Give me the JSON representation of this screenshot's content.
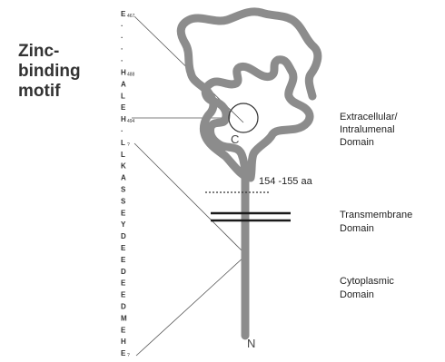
{
  "motif_label": [
    "Zinc-",
    "binding",
    "motif"
  ],
  "sequence": [
    {
      "aa": "E",
      "num": "467"
    },
    {
      "aa": "·",
      "num": ""
    },
    {
      "aa": "·",
      "num": ""
    },
    {
      "aa": "·",
      "num": ""
    },
    {
      "aa": "·",
      "num": ""
    },
    {
      "aa": "H",
      "num": "488"
    },
    {
      "aa": "A",
      "num": ""
    },
    {
      "aa": "L",
      "num": ""
    },
    {
      "aa": "E",
      "num": ""
    },
    {
      "aa": "H",
      "num": "494"
    },
    {
      "aa": "·",
      "num": ""
    },
    {
      "aa": "L",
      "num": "?"
    },
    {
      "aa": "L",
      "num": ""
    },
    {
      "aa": "K",
      "num": ""
    },
    {
      "aa": "A",
      "num": ""
    },
    {
      "aa": "S",
      "num": ""
    },
    {
      "aa": "S",
      "num": ""
    },
    {
      "aa": "E",
      "num": ""
    },
    {
      "aa": "Y",
      "num": ""
    },
    {
      "aa": "D",
      "num": ""
    },
    {
      "aa": "E",
      "num": ""
    },
    {
      "aa": "E",
      "num": ""
    },
    {
      "aa": "D",
      "num": ""
    },
    {
      "aa": "E",
      "num": ""
    },
    {
      "aa": "E",
      "num": ""
    },
    {
      "aa": "D",
      "num": ""
    },
    {
      "aa": "M",
      "num": ""
    },
    {
      "aa": "E",
      "num": ""
    },
    {
      "aa": "H",
      "num": ""
    },
    {
      "aa": "E",
      "num": "?"
    }
  ],
  "terminals": {
    "c": "C",
    "n": "N"
  },
  "aa_range": "154 -155 aa",
  "domains": {
    "extracellular": [
      "Extracellular/",
      "Intralumenal",
      "Domain"
    ],
    "transmembrane": [
      "Transmembrane",
      "Domain"
    ],
    "cytoplasmic": [
      "Cytoplasmic",
      "Domain"
    ]
  },
  "colors": {
    "chain": "#8c8c8c",
    "line": "#333333",
    "membrane": "#1a1a1a"
  }
}
